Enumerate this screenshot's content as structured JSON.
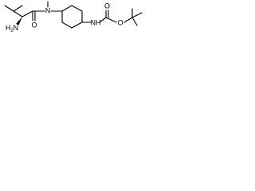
{
  "molecule": {
    "atoms": {
      "amine": "NH2",
      "amine_h": "H",
      "amine_n": "N",
      "amine_sub": "2",
      "amide_o": "O",
      "amide_n": "N",
      "carbamate_nh": "NH",
      "carbamate_o_double": "O",
      "carbamate_o_ester": "O"
    },
    "colors": {
      "bond": "#000000",
      "text": "#000000",
      "background": "#ffffff"
    }
  }
}
